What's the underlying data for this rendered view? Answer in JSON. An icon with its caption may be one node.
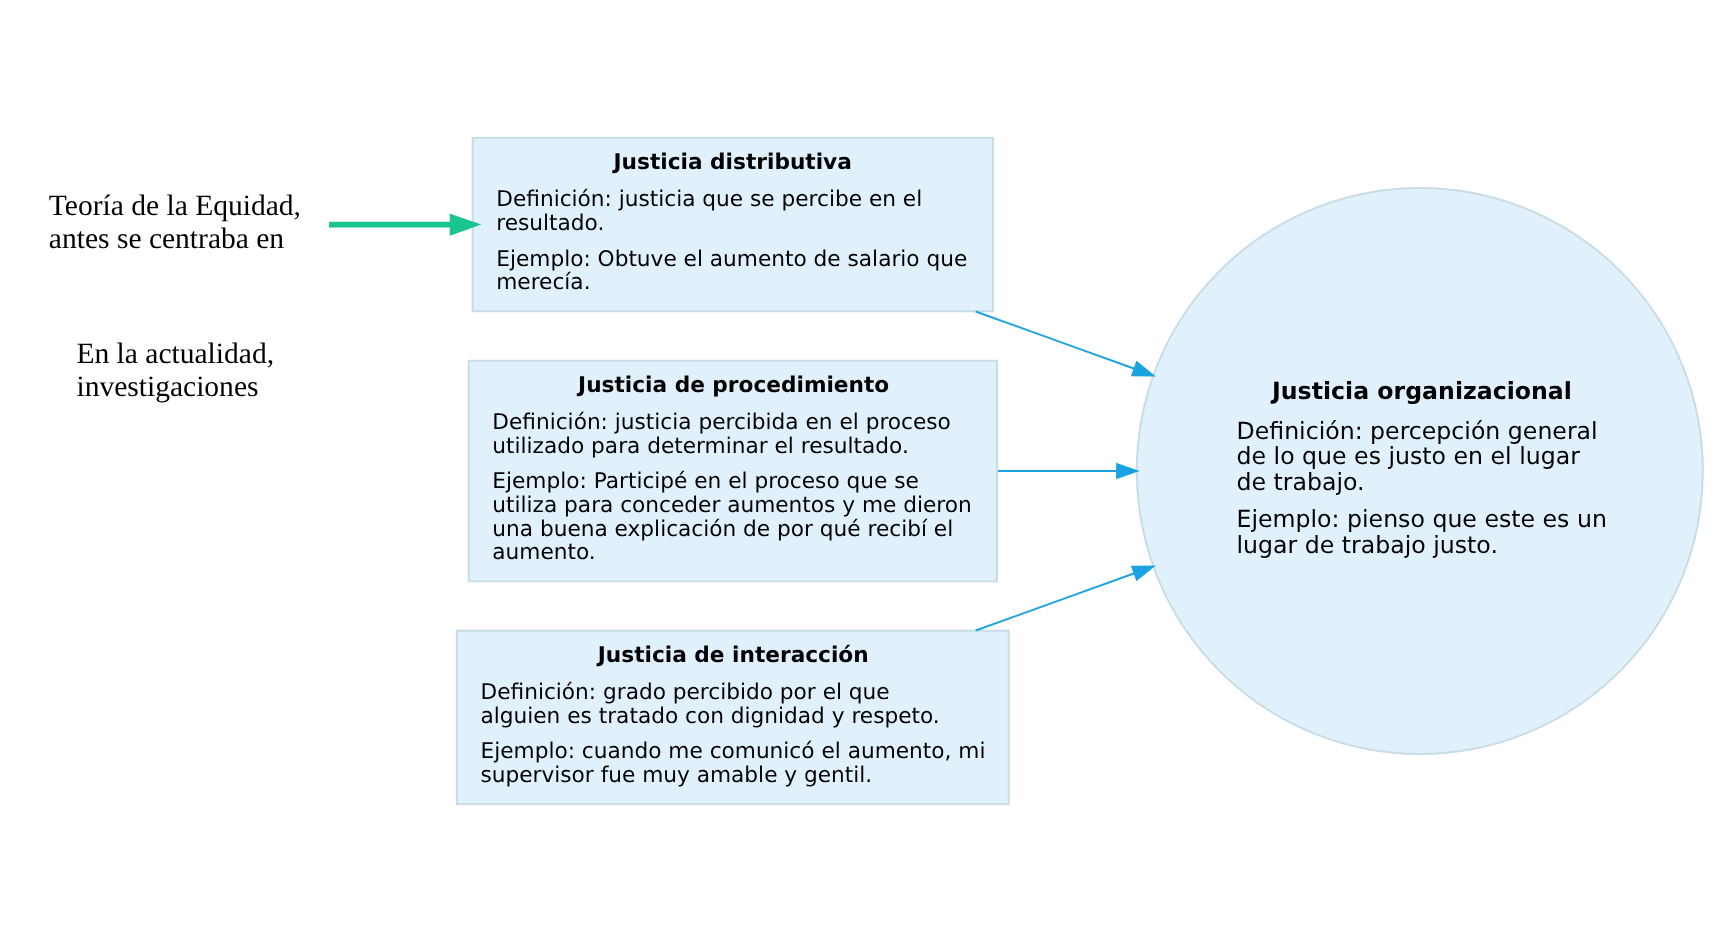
{
  "diagram": {
    "nodes": [
      {
        "text": [
          "Teoría de la Equidad, antes se centraba en"
        ]
      },
      {
        "text": [
          "Justicia distributiva",
          "Definición: justicia que se percibe en el resultado.",
          "Ejemplo: Obtuve el aumento de salario que merecía."
        ]
      },
      {
        "text": [
          "Justicia de procedimiento",
          "Definición: justicia percibida en el proceso utilizado para determinar el resultado.",
          "Ejemplo: Participé en el proceso que se utiliza para conceder aumentos y me dieron una buena explicación de por qué recibí el aumento."
        ]
      },
      {
        "text": [
          "Justicia de interacción",
          "Definición: grado percibido por el que alguien es tratado con dignidad y respeto.",
          "Ejemplo: cuando me comunicó el aumento, mi supervisor fue muy amable y gentil."
        ]
      },
      {
        "text": [
          "Justicia organizacional",
          "Definición: percepción general de lo que es justo en el lugar de trabajo.",
          "Ejemplo: pienso que este es un lugar de trabajo justo."
        ]
      }
    ],
    "edges": [
      {
        "from": 0,
        "to": 1,
        "arrow": "to",
        "style": "thick",
        "color": "#19c48f"
      },
      {
        "from": 1,
        "to": 4,
        "arrow": "to"
      },
      {
        "from": 2,
        "to": 4,
        "arrow": "to"
      },
      {
        "from": 3,
        "to": 4,
        "arrow": "to"
      }
    ],
    "labels": [
      "En la actualidad, investigaciones"
    ]
  }
}
